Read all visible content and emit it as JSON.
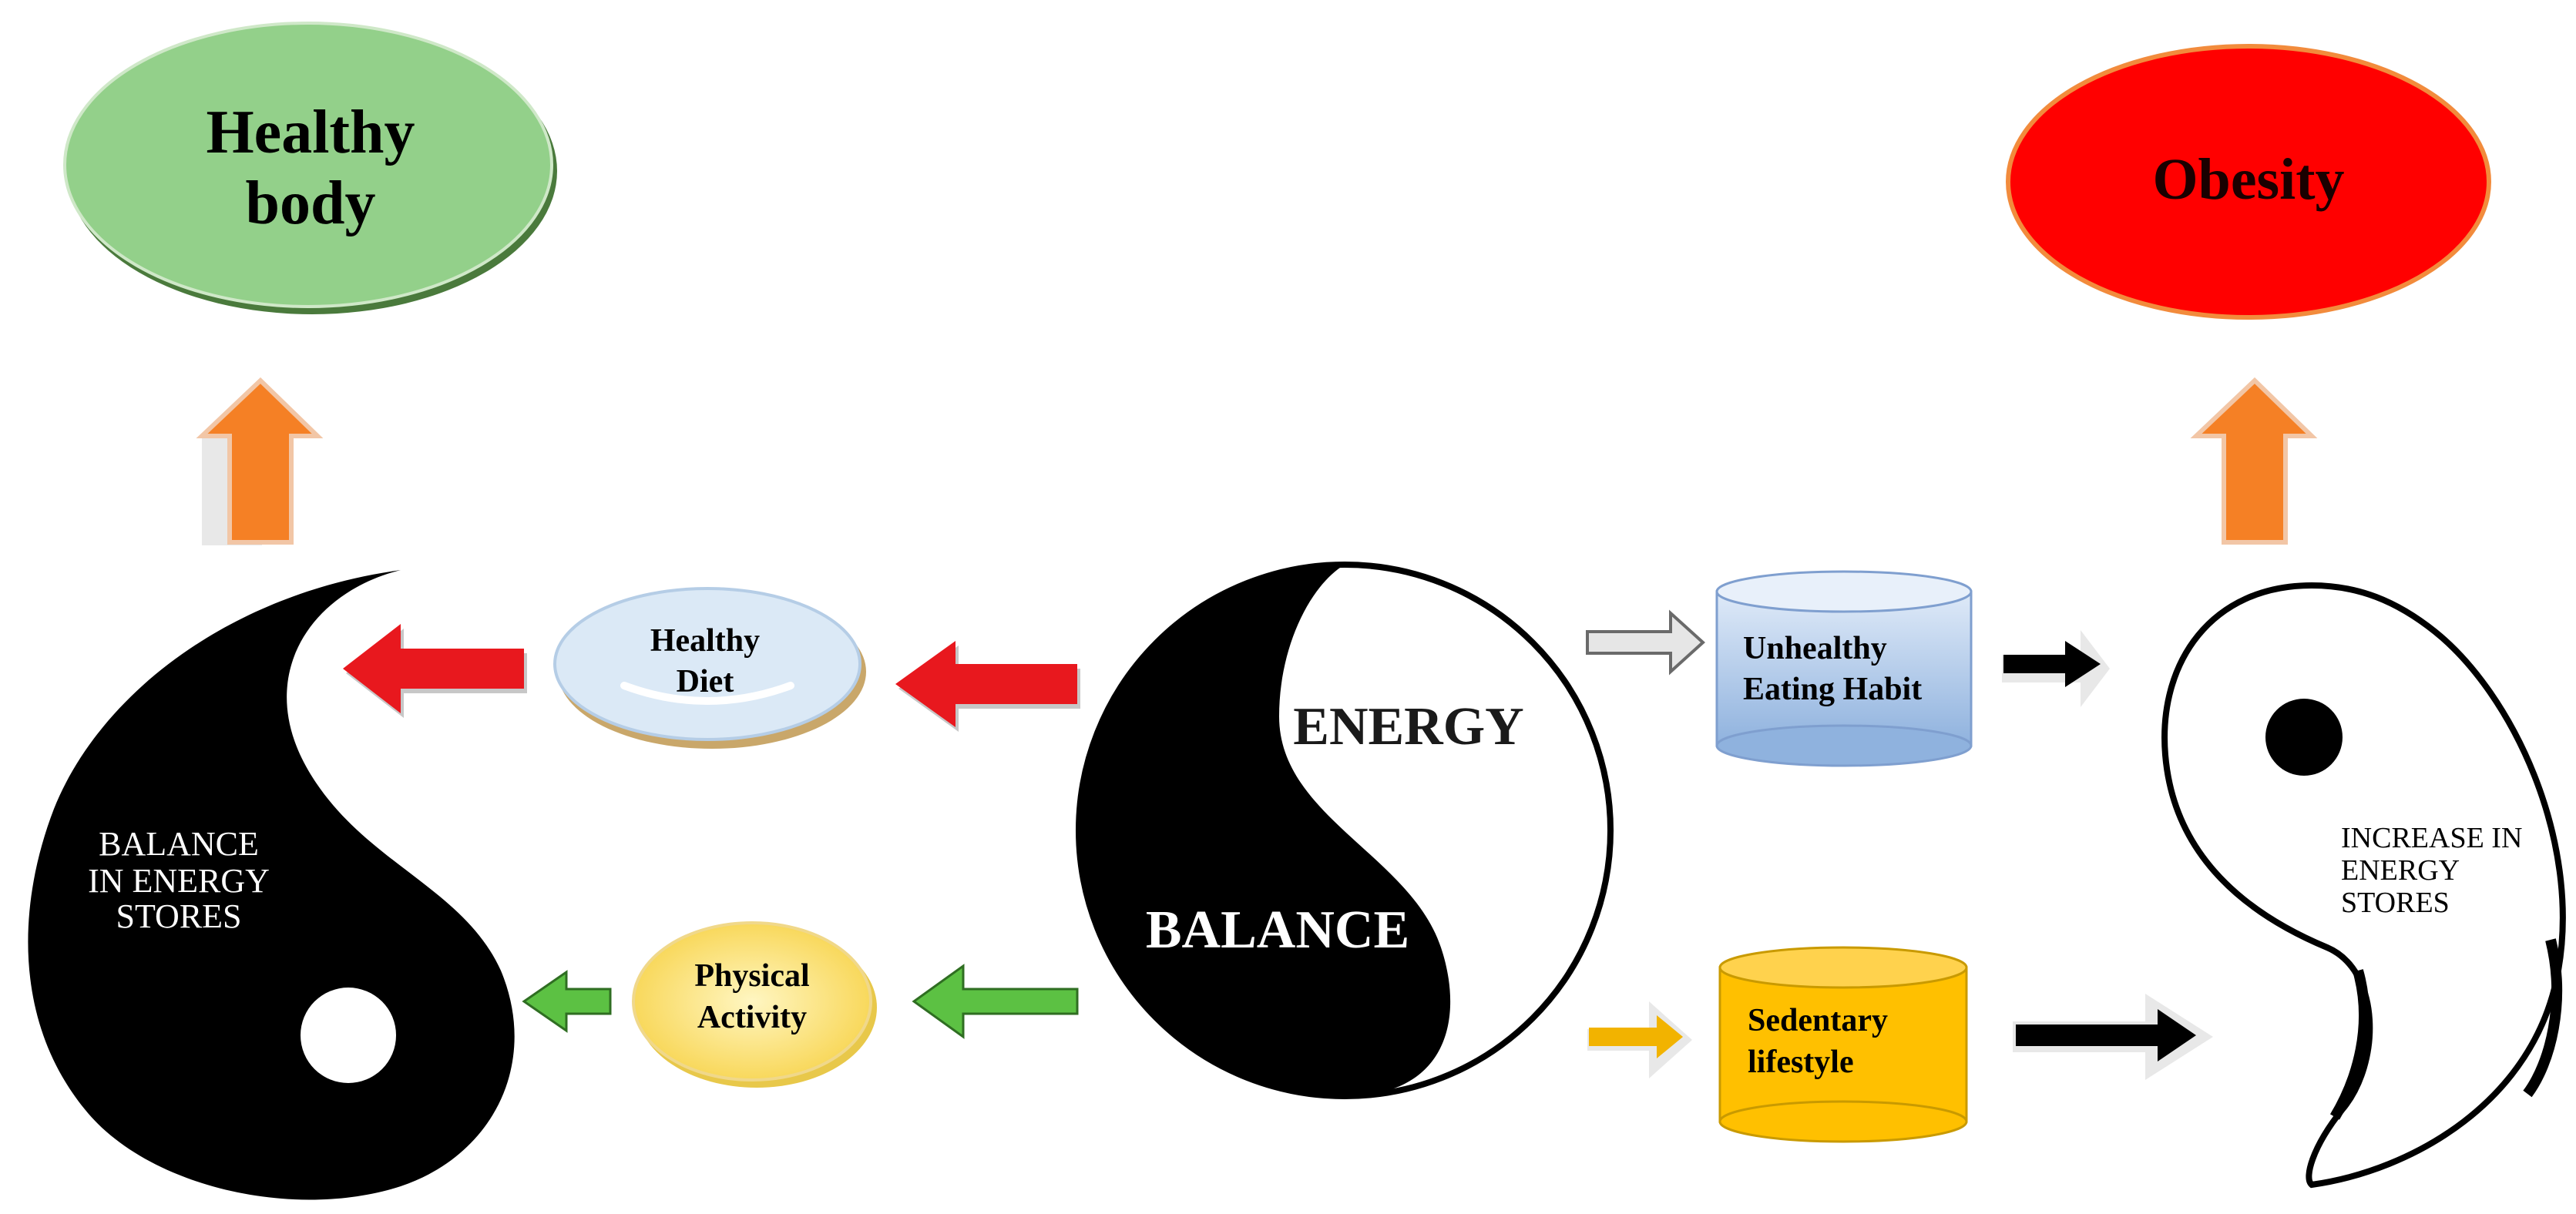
{
  "outcomes": {
    "healthy_body": {
      "line1": "Healthy",
      "line2": "body",
      "fill": "#93d08a",
      "stroke": "#3e7a33"
    },
    "obesity": {
      "label": "Obesity",
      "fill": "#ff0000",
      "stroke": "#f28b3c"
    }
  },
  "center": {
    "energy": "ENERGY",
    "balance": "BALANCE"
  },
  "left_yin": {
    "line1": "BALANCE",
    "line2": "IN ENERGY",
    "line3": "STORES"
  },
  "right_yang": {
    "line1": "INCREASE IN",
    "line2": "ENERGY",
    "line3": "STORES"
  },
  "factors": {
    "healthy_diet": {
      "line1": "Healthy",
      "line2": "Diet",
      "fill": "#dbe9f6"
    },
    "physical_activity": {
      "line1": "Physical",
      "line2": "Activity",
      "fill": "#fbe07a"
    },
    "unhealthy_eating": {
      "line1": "Unhealthy",
      "line2": "Eating Habit",
      "fill": "#b9d0ec"
    },
    "sedentary": {
      "line1": "Sedentary",
      "line2": "lifestyle",
      "fill": "#ffc000"
    }
  },
  "colors": {
    "up_arrow": "#f58025",
    "red_arrow": "#e8181e",
    "green_arrow": "#5cc143",
    "grey_arrow": "#e6e6e6",
    "yellow_arrow": "#f2b300",
    "black_arrow": "#000000"
  }
}
